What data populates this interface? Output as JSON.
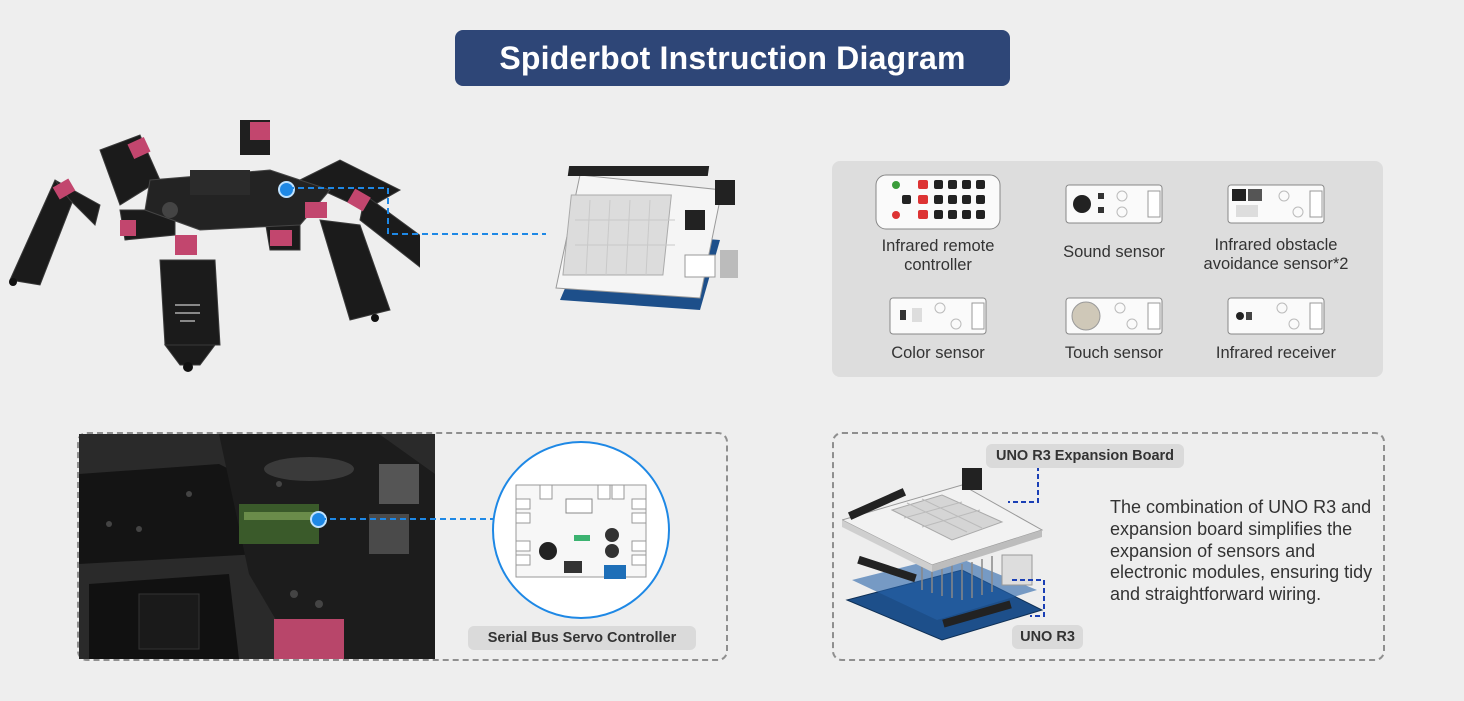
{
  "title": "Spiderbot Instruction Diagram",
  "sensors": [
    {
      "label": "Infrared remote\ncontroller",
      "icon": "remote-controller-icon"
    },
    {
      "label": "Sound sensor",
      "icon": "sound-sensor-icon"
    },
    {
      "label": "Infrared obstacle\navoidance sensor*2",
      "icon": "ir-obstacle-sensor-icon"
    },
    {
      "label": "Color sensor",
      "icon": "color-sensor-icon"
    },
    {
      "label": "Touch sensor",
      "icon": "touch-sensor-icon"
    },
    {
      "label": "Infrared receiver",
      "icon": "ir-receiver-icon"
    }
  ],
  "servo_controller_label": "Serial Bus Servo Controller",
  "expansion_board_label": "UNO R3 Expansion Board",
  "uno_label": "UNO R3",
  "description": "The combination of UNO R3 and expansion board simplifies the expansion of sensors and electronic modules, ensuring tidy and straightforward wiring.",
  "colors": {
    "title_bg": "#2e4677",
    "accent_blue": "#1e88e5",
    "robot_pink": "#c2466e",
    "panel_bg": "#dddddd",
    "label_bg": "#dadada"
  }
}
